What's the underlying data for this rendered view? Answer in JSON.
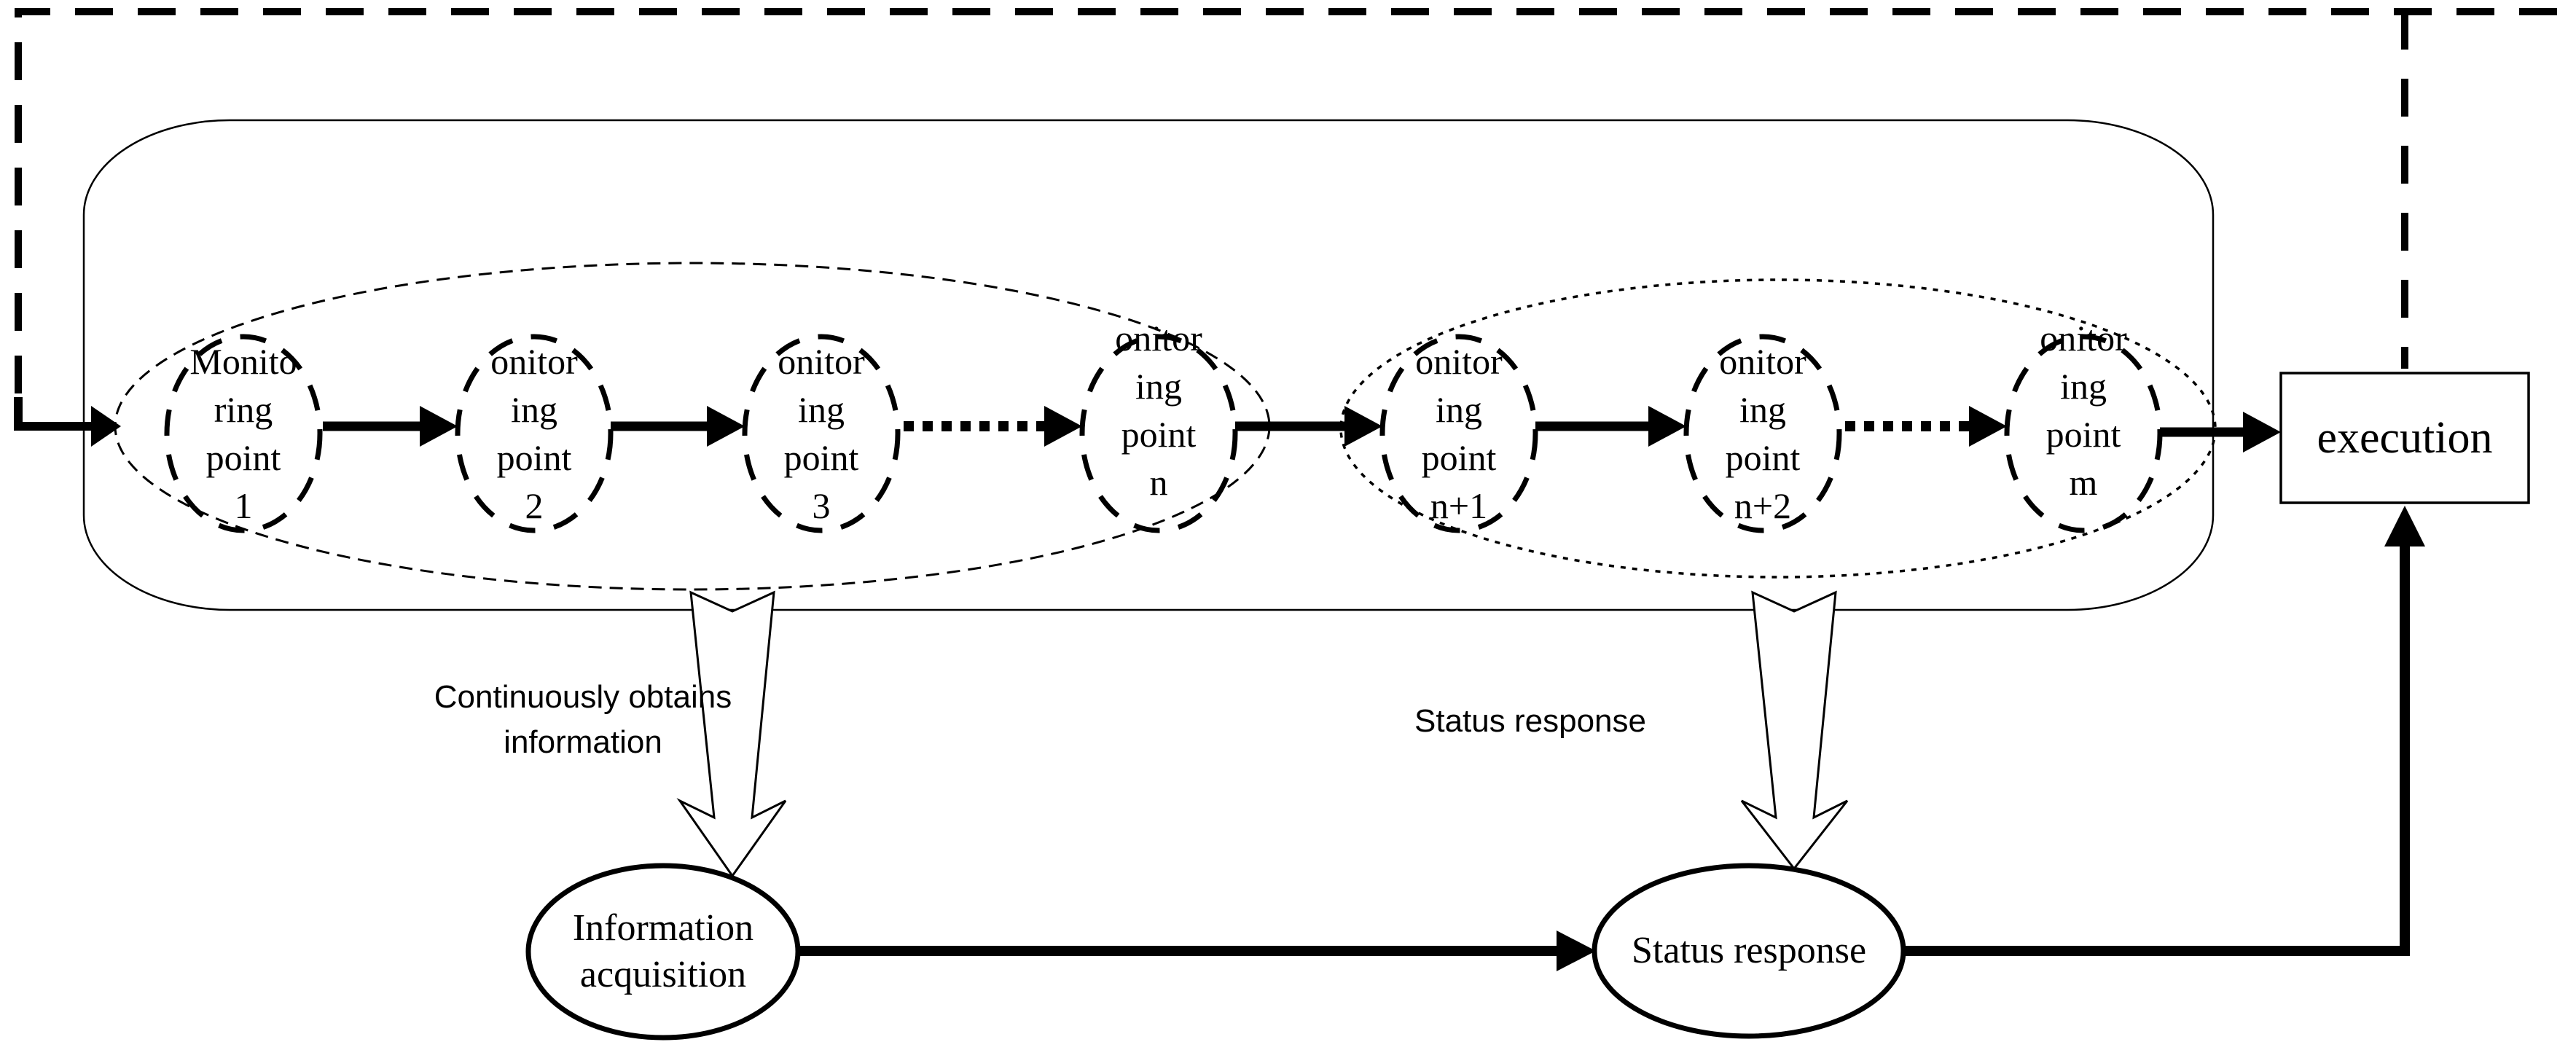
{
  "colors": {
    "ink": "#000000",
    "background": "#ffffff"
  },
  "nodes": {
    "monitoring_points": [
      {
        "label": "Monito\nring\npoint\n1"
      },
      {
        "label": "onitor\ning\npoint\n2"
      },
      {
        "label": "onitor\ning\npoint\n3"
      },
      {
        "label": "onitor\ning\npoint\nn"
      },
      {
        "label": "onitor\ning\npoint\nn+1"
      },
      {
        "label": "onitor\ning\npoint\nn+2"
      },
      {
        "label": "onitor\ning\npoint\nm"
      }
    ],
    "execution": {
      "label": "execution"
    },
    "information_acquisition": {
      "label": "Information\nacquisition"
    },
    "status_response_node": {
      "label": "Status response"
    }
  },
  "annotations": {
    "continuously_obtains": "Continuously obtains\ninformation",
    "status_response": "Status response"
  }
}
